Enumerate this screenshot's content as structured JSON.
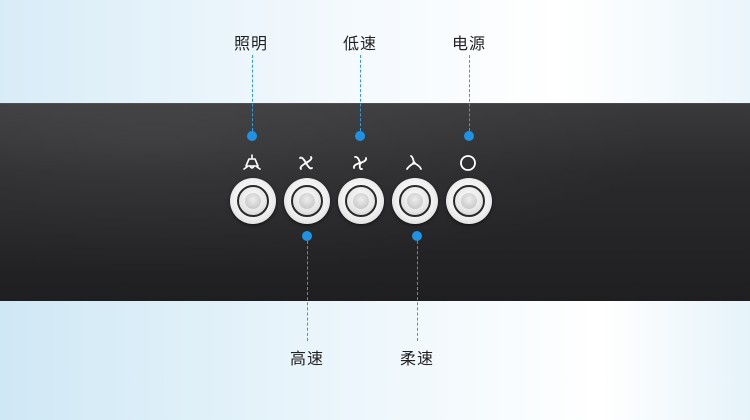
{
  "labels": {
    "lighting": "照明",
    "low_speed": "低速",
    "power": "电源",
    "high_speed": "高速",
    "soft_speed": "柔速"
  },
  "icons": {
    "lighting": "lamp-icon",
    "high_speed": "fan-high-icon",
    "low_speed": "fan-low-icon",
    "soft_speed": "fan-soft-icon",
    "power": "power-icon"
  },
  "colors": {
    "accent": "#1e93e6",
    "panel": "#2a2a2c",
    "label_text": "#222222"
  }
}
